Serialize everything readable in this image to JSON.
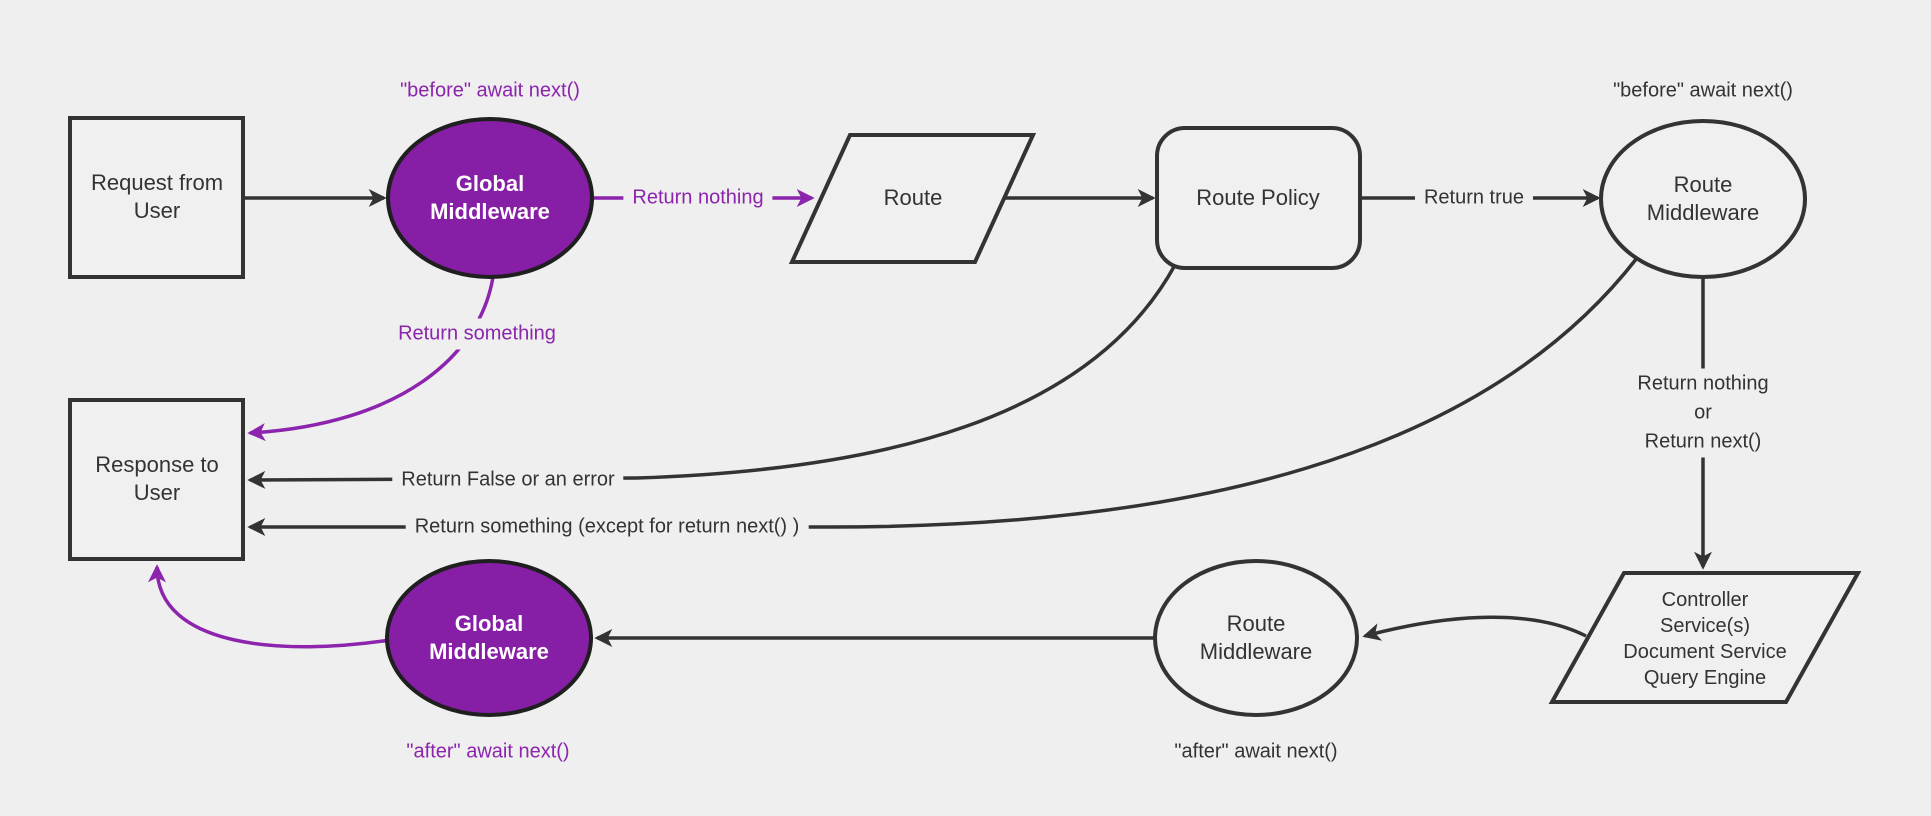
{
  "diagram_title": "middleware-request-flow",
  "colors": {
    "background": "#efefef",
    "node_fill": "#f0f0f0",
    "node_stroke": "#333333",
    "purple_fill": "#861ea6",
    "purple_accent": "#8c24ad",
    "text": "#333333"
  },
  "nodes": {
    "request": {
      "label": "Request from\nUser"
    },
    "global_middleware_top": {
      "label": "Global\nMiddleware"
    },
    "route": {
      "label": "Route"
    },
    "route_policy": {
      "label": "Route Policy"
    },
    "route_middleware_top": {
      "label": "Route\nMiddleware"
    },
    "controller": {
      "label": "Controller\nService(s)\nDocument Service\nQuery Engine"
    },
    "route_middleware_bottom": {
      "label": "Route\nMiddleware"
    },
    "global_middleware_bottom": {
      "label": "Global\nMiddleware"
    },
    "response": {
      "label": "Response to\nUser"
    }
  },
  "edge_labels": {
    "before_await_top_left": "\"before\" await next()",
    "before_await_top_right": "\"before\" await next()",
    "return_nothing": "Return nothing",
    "return_true": "Return true",
    "return_nothing_or_next": "Return nothing\nor\nReturn next()",
    "return_something": "Return something",
    "return_false_or_error": "Return False or an error",
    "return_something_except": "Return something (except for return next() )",
    "after_await_bottom_left": "\"after\" await next()",
    "after_await_bottom_right": "\"after\" await next()"
  }
}
